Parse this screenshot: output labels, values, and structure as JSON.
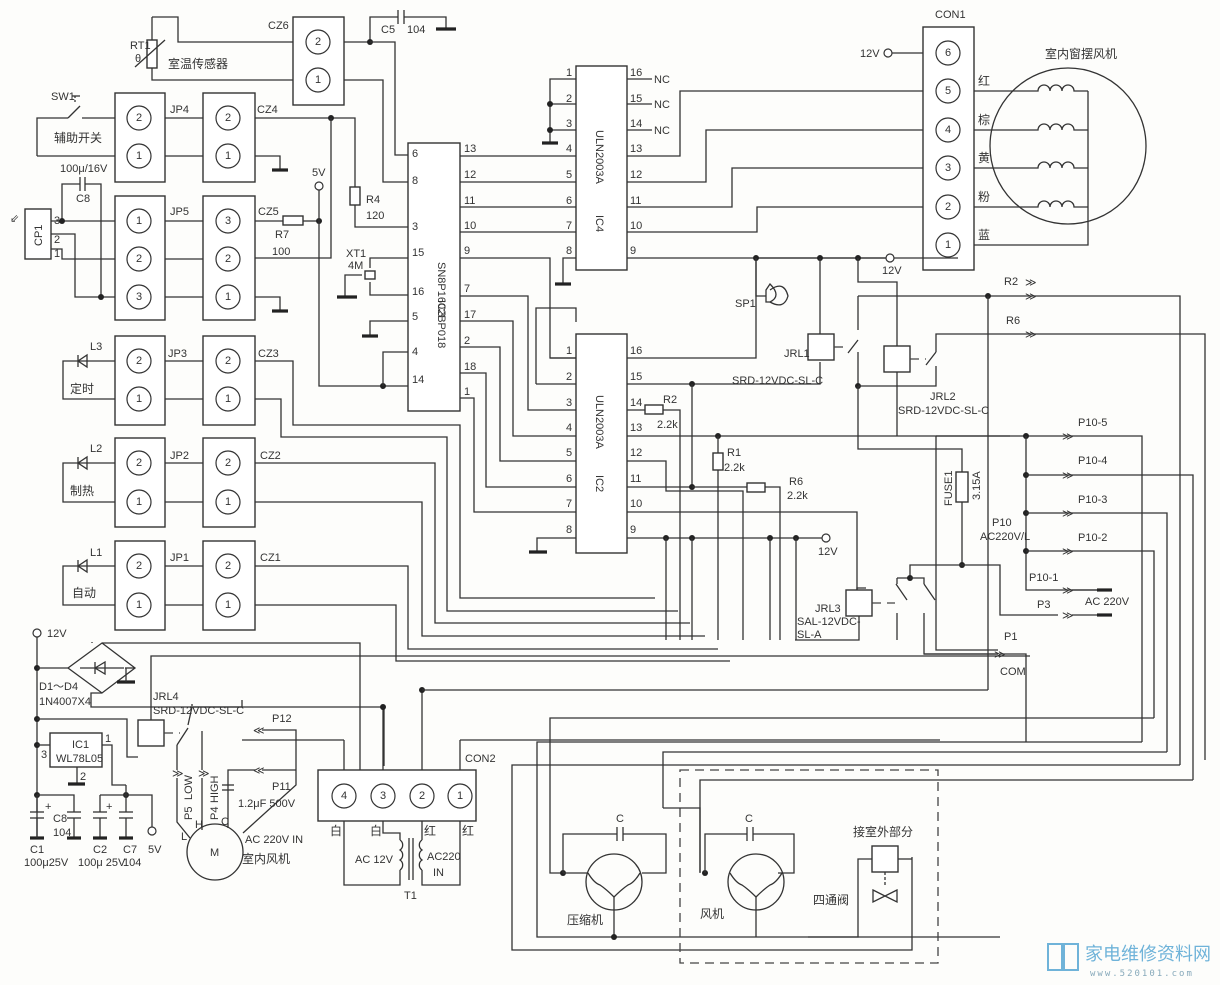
{
  "diagram": {
    "title": "Air conditioner indoor unit control circuit",
    "watermark": {
      "text": "家电维修资料网",
      "url_text": "www.520101.com"
    },
    "ic3": {
      "ref": "IC3",
      "part": "SN8P1602BP018",
      "left_pins": [
        "6",
        "8",
        "3",
        "15",
        "16",
        "5",
        "4",
        "14"
      ],
      "right_pins": [
        "13",
        "12",
        "11",
        "10",
        "9",
        "7",
        "17",
        "2",
        "18",
        "1"
      ]
    },
    "ic4": {
      "ref": "IC4",
      "part": "ULN2003A",
      "left_pins": [
        "1",
        "2",
        "3",
        "4",
        "5",
        "6",
        "7",
        "8"
      ],
      "right_pins": [
        "16",
        "15",
        "14",
        "13",
        "12",
        "11",
        "10",
        "9"
      ],
      "nc_label": "NC"
    },
    "ic2": {
      "ref": "IC2",
      "part": "ULN2003A",
      "left_pins": [
        "1",
        "2",
        "3",
        "4",
        "5",
        "6",
        "7",
        "8"
      ],
      "right_pins": [
        "16",
        "15",
        "14",
        "13",
        "12",
        "11",
        "10",
        "9"
      ]
    },
    "ic1": {
      "ref": "IC1",
      "part": "WL78L05",
      "pin_in": "3",
      "pin_out": "1",
      "pin_gnd": "2"
    },
    "con1": {
      "ref": "CON1",
      "pins": [
        "6",
        "5",
        "4",
        "3",
        "2",
        "1"
      ],
      "supply": "12V",
      "wire_colors": [
        "红",
        "棕",
        "黄",
        "粉",
        "蓝"
      ],
      "motor_label": "室内窗摆风机"
    },
    "con2": {
      "ref": "CON2",
      "pins": [
        "4",
        "3",
        "2",
        "1"
      ],
      "wire_colors": [
        "白",
        "白",
        "红",
        "红"
      ]
    },
    "transformer": {
      "ref": "T1",
      "secondary": "AC  12V",
      "primary_1": "AC220",
      "primary_2": "IN"
    },
    "connectors": {
      "cz6": {
        "ref": "CZ6",
        "pins": [
          "2",
          "1"
        ]
      },
      "jp4": {
        "ref": "JP4",
        "pins": [
          "2",
          "1"
        ]
      },
      "cz4": {
        "ref": "CZ4",
        "pins": [
          "2",
          "1"
        ]
      },
      "jp5": {
        "ref": "JP5",
        "pins": [
          "1",
          "2",
          "3"
        ]
      },
      "cz5": {
        "ref": "CZ5",
        "pins": [
          "3",
          "2",
          "1"
        ]
      },
      "jp3": {
        "ref": "JP3",
        "pins": [
          "2",
          "1"
        ]
      },
      "cz3": {
        "ref": "CZ3",
        "pins": [
          "2",
          "1"
        ]
      },
      "jp2": {
        "ref": "JP2",
        "pins": [
          "2",
          "1"
        ]
      },
      "cz2": {
        "ref": "CZ2",
        "pins": [
          "2",
          "1"
        ]
      },
      "jp1": {
        "ref": "JP1",
        "pins": [
          "2",
          "1"
        ]
      },
      "cz1": {
        "ref": "CZ1",
        "pins": [
          "2",
          "1"
        ]
      }
    },
    "components": {
      "rt1": {
        "ref": "RT1",
        "symbol": "θ",
        "desc": "室温传感器"
      },
      "sw1": {
        "ref": "SW1",
        "desc": "辅助开关"
      },
      "c8_top": {
        "ref": "C8",
        "value": "100μ/16V"
      },
      "cp1": {
        "ref": "CP1",
        "pins": [
          "3",
          "2",
          "1"
        ]
      },
      "c5": {
        "ref": "C5",
        "value": "104"
      },
      "r4": {
        "ref": "R4",
        "value": "120"
      },
      "r7": {
        "ref": "R7",
        "value": "100"
      },
      "xt1": {
        "ref": "XT1",
        "value": "4M"
      },
      "l3": {
        "ref": "L3",
        "desc": "定时"
      },
      "l2": {
        "ref": "L2",
        "desc": "制热"
      },
      "l1": {
        "ref": "L1",
        "desc": "自动"
      },
      "sp1": {
        "ref": "SP1"
      },
      "jrl1": {
        "ref": "JRL1",
        "part": "SRD-12VDC-SL-C"
      },
      "jrl2": {
        "ref": "JRL2",
        "part": "SRD-12VDC-SL-C"
      },
      "jrl3": {
        "ref": "JRL3",
        "part_1": "SAL-12VDC-",
        "part_2": "SL-A"
      },
      "jrl4": {
        "ref": "JRL4",
        "part": "SRD-12VDC-SL-C"
      },
      "r1": {
        "ref": "R1",
        "value": "2.2k"
      },
      "r2": {
        "ref": "R2",
        "value": "2.2k"
      },
      "r6": {
        "ref": "R6",
        "value": "2.2k"
      },
      "fuse1": {
        "ref": "FUSE1",
        "value": "3.15A"
      },
      "bridge": {
        "ref": "D1～D4",
        "part": "1N4007X4"
      },
      "c1": {
        "ref": "C1",
        "value": "100μ25V"
      },
      "c8_bot": {
        "ref": "C8",
        "value": "104"
      },
      "c2": {
        "ref": "C2",
        "value": "100μ 25V"
      },
      "c7": {
        "ref": "C7",
        "value": "104"
      },
      "fan_cap": {
        "value": "1.2μF  500V"
      },
      "indoor_fan": {
        "symbol": "M",
        "desc": "室内风机",
        "supply": "AC  220V  IN",
        "tap_l": "L",
        "tap_h": "H",
        "tap_c": "C"
      },
      "compressor": {
        "cap": "C",
        "desc": "压缩机"
      },
      "outdoor_fan": {
        "cap": "C",
        "desc": "风机"
      },
      "valve": {
        "desc": "四通阀"
      },
      "outdoor_box": {
        "desc": "接室外部分"
      }
    },
    "rails": {
      "v5": "5V",
      "v12": "12V"
    },
    "terminals": {
      "r2": "R2",
      "r6": "R6",
      "p10_5": "P10-5",
      "p10_4": "P10-4",
      "p10_3": "P10-3",
      "p10_2": "P10-2",
      "p10_1": "P10-1",
      "p10": "P10",
      "p10_desc": "AC220V/L",
      "p3": "P3",
      "ac220": "AC  220V",
      "p1": "P1",
      "com": "COM",
      "p12": "P12",
      "p11": "P11",
      "p5": "P5",
      "low": "LOW",
      "p4": "P4",
      "high": "HIGH"
    }
  }
}
